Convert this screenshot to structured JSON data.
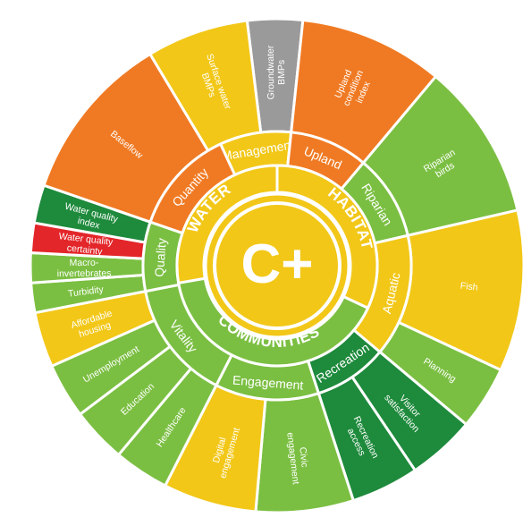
{
  "colors": {
    "orange": "#f07a23",
    "yellow": "#f2c718",
    "green": "#7bbf42",
    "lime": "#8cc63f",
    "darkgreen": "#1e8a3c",
    "red": "#e3262a",
    "gray": "#9a9a9a",
    "white": "#ffffff"
  },
  "center": {
    "grade": "C+"
  },
  "core": [
    {
      "key": "water",
      "label": "WATER"
    },
    {
      "key": "habitat",
      "label": "HABITAT"
    },
    {
      "key": "communities",
      "label": "COMMUNITIES"
    }
  ],
  "components": [
    {
      "key": "management",
      "label": "Management",
      "color": "yellow"
    },
    {
      "key": "upland",
      "label": "Upland",
      "color": "orange"
    },
    {
      "key": "riparian",
      "label": "Riparian",
      "color": "green"
    },
    {
      "key": "aquatic",
      "label": "Aquatic",
      "color": "yellow"
    },
    {
      "key": "recreation",
      "label": "Recreation",
      "color": "darkgreen"
    },
    {
      "key": "engagement",
      "label": "Engagement",
      "color": "green"
    },
    {
      "key": "vitality",
      "label": "Vitality",
      "color": "green"
    },
    {
      "key": "quality",
      "label": "Quality",
      "color": "green"
    },
    {
      "key": "quantity",
      "label": "Quantity",
      "color": "orange"
    }
  ],
  "indicators": [
    {
      "key": "groundwater-bmps",
      "lines": [
        "Groundwater",
        "BMPs"
      ],
      "color": "gray"
    },
    {
      "key": "upland-condition-index",
      "lines": [
        "Upland",
        "condition",
        "index"
      ],
      "color": "orange"
    },
    {
      "key": "riparian-birds",
      "lines": [
        "Riparian",
        "birds"
      ],
      "color": "green"
    },
    {
      "key": "fish",
      "lines": [
        "Fish"
      ],
      "color": "yellow"
    },
    {
      "key": "planning",
      "lines": [
        "Planning"
      ],
      "color": "green"
    },
    {
      "key": "visitor-satisfaction",
      "lines": [
        "Visitor",
        "satisfaction"
      ],
      "color": "darkgreen"
    },
    {
      "key": "recreation-access",
      "lines": [
        "Recreation",
        "access"
      ],
      "color": "darkgreen"
    },
    {
      "key": "civic-engagement",
      "lines": [
        "Civic",
        "engagement"
      ],
      "color": "green"
    },
    {
      "key": "digital-engagement",
      "lines": [
        "Digital",
        "engagement"
      ],
      "color": "yellow"
    },
    {
      "key": "healthcare",
      "lines": [
        "Healthcare"
      ],
      "color": "green"
    },
    {
      "key": "education",
      "lines": [
        "Education"
      ],
      "color": "green"
    },
    {
      "key": "unemployment",
      "lines": [
        "Unemployment"
      ],
      "color": "green"
    },
    {
      "key": "affordable-housing",
      "lines": [
        "Affordable",
        "housing"
      ],
      "color": "yellow"
    },
    {
      "key": "turbidity",
      "lines": [
        "Turbidity"
      ],
      "color": "green"
    },
    {
      "key": "macroinvertebrates",
      "lines": [
        "Macro-",
        "invertebrates"
      ],
      "color": "green"
    },
    {
      "key": "water-quality-certainty",
      "lines": [
        "Water quality",
        "certainty"
      ],
      "color": "red"
    },
    {
      "key": "water-quality-index",
      "lines": [
        "Water quality",
        "index"
      ],
      "color": "darkgreen"
    },
    {
      "key": "baseflow",
      "lines": [
        "Baseflow"
      ],
      "color": "orange"
    },
    {
      "key": "surface-water-bmps",
      "lines": [
        "Surface water",
        "BMPs"
      ],
      "color": "yellow"
    }
  ]
}
